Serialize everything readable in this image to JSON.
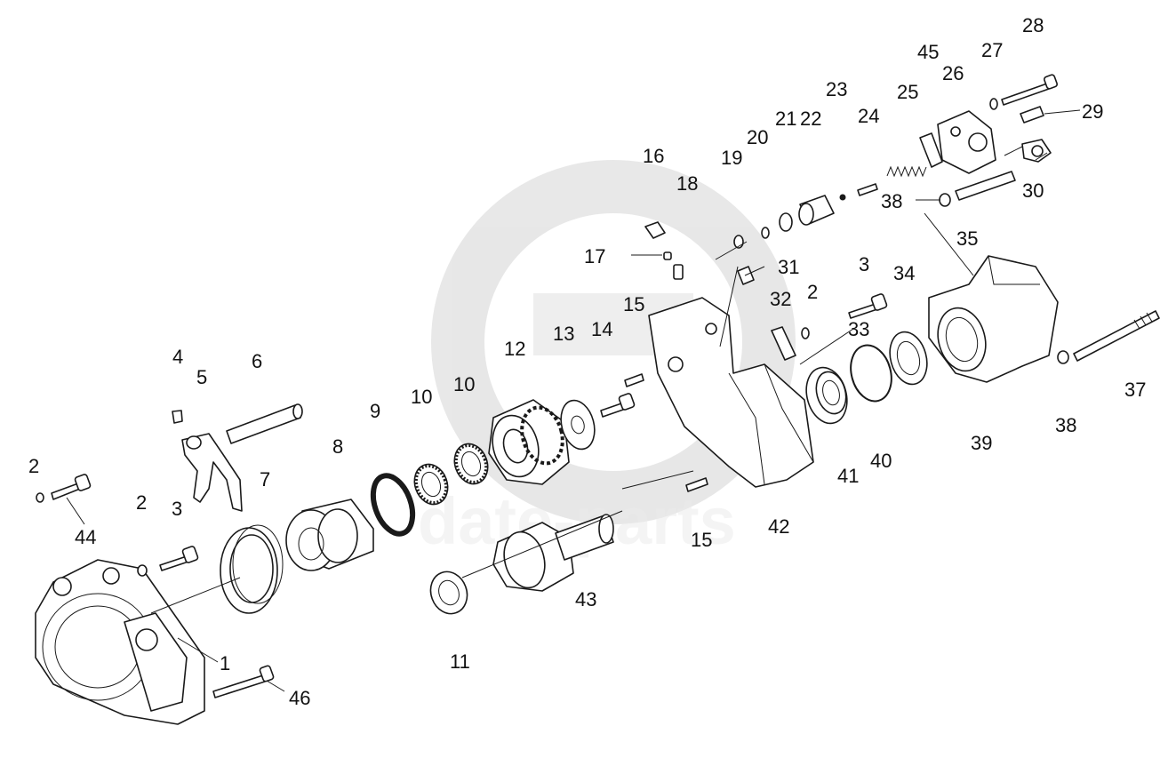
{
  "colors": {
    "line": "#1a1a1a",
    "watermark": "#c8c8c8",
    "background": "#ffffff"
  },
  "watermark": {
    "text": "date-parts"
  },
  "labels": {
    "n1": "1",
    "n2a": "2",
    "n2b": "2",
    "n2c": "2",
    "n3a": "3",
    "n3b": "3",
    "n4": "4",
    "n5": "5",
    "n6": "6",
    "n7": "7",
    "n8": "8",
    "n9": "9",
    "n10a": "10",
    "n10b": "10",
    "n11": "11",
    "n12": "12",
    "n13": "13",
    "n14": "14",
    "n15a": "15",
    "n15b": "15",
    "n16": "16",
    "n17": "17",
    "n18": "18",
    "n19": "19",
    "n20": "20",
    "n21": "21",
    "n22": "22",
    "n23": "23",
    "n24": "24",
    "n25": "25",
    "n26": "26",
    "n27": "27",
    "n28": "28",
    "n29": "29",
    "n30": "30",
    "n31": "31",
    "n32": "32",
    "n33": "33",
    "n34": "34",
    "n35": "35",
    "n37": "37",
    "n38a": "38",
    "n38b": "38",
    "n39": "39",
    "n40": "40",
    "n41": "41",
    "n42": "42",
    "n43": "43",
    "n44": "44",
    "n45": "45",
    "n46": "46"
  }
}
